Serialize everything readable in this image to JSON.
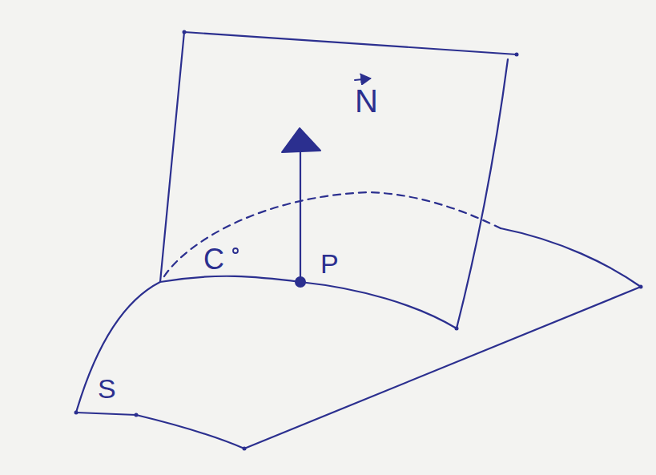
{
  "diagram": {
    "labels": [
      "N",
      "C",
      "P",
      "S"
    ]
  }
}
